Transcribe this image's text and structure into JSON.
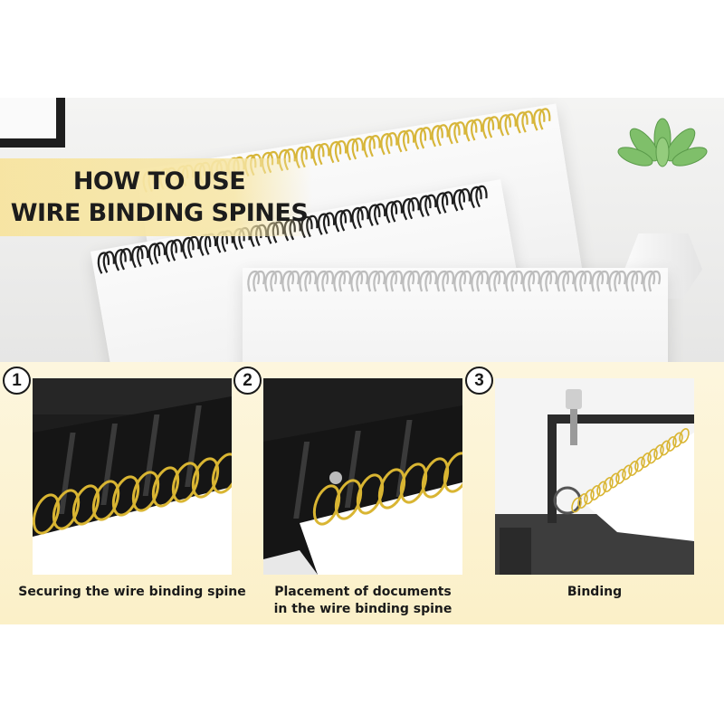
{
  "title": {
    "line1": "HOW TO USE",
    "line2": "WIRE BINDING SPINES"
  },
  "colors": {
    "banner_yellow": "#f7e4a0",
    "steps_background": "#fcf3d2",
    "wire_gold": "#d7b63a",
    "wire_black": "#1e1e1e",
    "wire_silver": "#cfcfcf"
  },
  "steps": [
    {
      "number": "1",
      "caption": "Securing the wire binding spine"
    },
    {
      "number": "2",
      "caption_line1": "Placement of documents",
      "caption_line2": "in the wire binding spine"
    },
    {
      "number": "3",
      "caption": "Binding"
    }
  ]
}
